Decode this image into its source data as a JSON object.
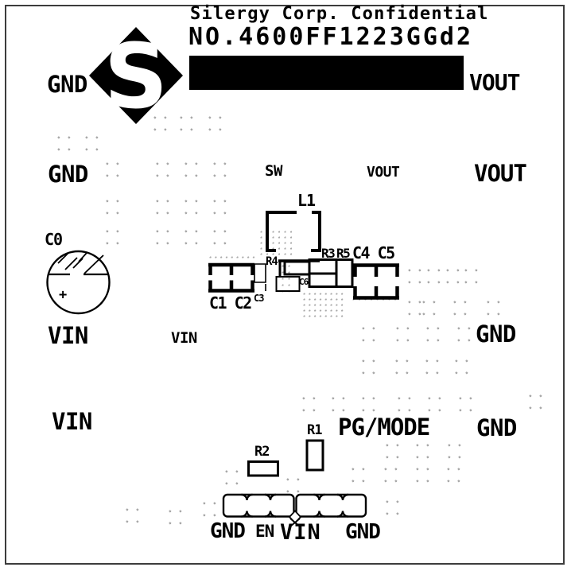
{
  "header": {
    "confidential_title": "Silergy Corp. Confidential",
    "board_number": "NO.4600FF1223GGd2",
    "logo_letter": "S",
    "gnd_label": "GND",
    "vout_label": "VOUT"
  },
  "net_labels": {
    "gnd_left": "GND",
    "sw": "SW",
    "vout_center": "VOUT",
    "vout_right": "VOUT",
    "vin_left": "VIN",
    "vin_center": "VIN",
    "gnd_right": "GND",
    "vin_left_lower": "VIN",
    "pg_mode": "PG/MODE",
    "gnd_right_lower": "GND"
  },
  "connector_labels": {
    "gnd_left": "GND",
    "en": "EN",
    "vin": "VIN",
    "gnd_right": "GND"
  },
  "components": {
    "c0": "C0",
    "c0_polarity": "+",
    "l1": "L1",
    "c1_c2": "C1 C2",
    "c3": "C3",
    "r4": "R4",
    "c6": "C6",
    "r3": "R3",
    "r5": "R5",
    "c4_c5": "C4 C5",
    "r1": "R1",
    "r2": "R2"
  },
  "colors": {
    "silkscreen": "#000000",
    "background": "#ffffff",
    "board_outline": "#3c3c3c",
    "via_dots": "#a9a9a9"
  }
}
